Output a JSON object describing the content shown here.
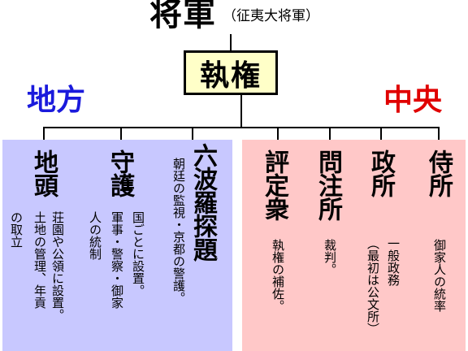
{
  "diagram": {
    "top": {
      "title": "将軍",
      "subtitle": "（征夷大将軍）"
    },
    "regent": {
      "label": "執権"
    },
    "labels": {
      "local": "地方",
      "central": "中央"
    },
    "local_offices": [
      {
        "name": "地頭",
        "desc": [
          "荘園や公領に設置。",
          "土地の管理、年貢",
          "の取立"
        ]
      },
      {
        "name": "守護",
        "desc": [
          "国ごとに設置。",
          "軍事・警察・御家",
          "人の統制"
        ]
      },
      {
        "name": "六波羅探題",
        "desc": [
          "朝廷の監視・京都の警護。"
        ]
      }
    ],
    "central_offices": [
      {
        "name": "評定衆",
        "desc": [
          "執権の補佐。"
        ]
      },
      {
        "name": "問注所",
        "desc": [
          "裁判。"
        ]
      },
      {
        "name": "政所",
        "desc": [
          "一般政務",
          "（最初は公文所）"
        ]
      },
      {
        "name": "侍所",
        "desc": [
          "御家人の統率"
        ]
      }
    ],
    "colors": {
      "local_bg": "#c8c8ff",
      "central_bg": "#ffc8c8",
      "regent_bg": "#ffffc8",
      "local_text": "#1a1adc",
      "central_text": "#e00000"
    }
  }
}
